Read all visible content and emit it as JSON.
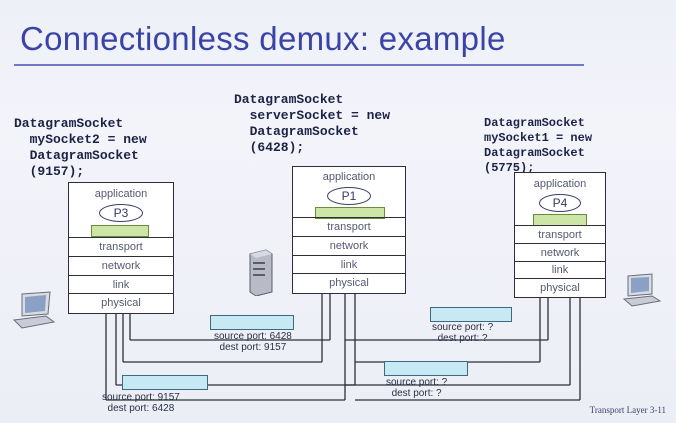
{
  "slide": {
    "title": "Connectionless demux: example",
    "footer": "Transport Layer 3-11"
  },
  "left_host": {
    "code": "DatagramSocket\n  mySocket2 = new\n  DatagramSocket\n  (9157);",
    "app": "application",
    "proc": "P3",
    "layers": [
      "transport",
      "network",
      "link",
      "physical"
    ]
  },
  "server_host": {
    "code": "DatagramSocket\n  serverSocket = new\n  DatagramSocket\n  (6428);",
    "app": "application",
    "proc": "P1",
    "layers": [
      "transport",
      "network",
      "link",
      "physical"
    ]
  },
  "right_host": {
    "code": "DatagramSocket\nmySocket1 = new\nDatagramSocket\n(5775);",
    "app": "application",
    "proc": "P4",
    "layers": [
      "transport",
      "network",
      "link",
      "physical"
    ]
  },
  "segments": {
    "top_left": {
      "line1": "source port: 6428",
      "line2": "dest port: 9157"
    },
    "bottom_left": {
      "line1": "source port: 9157",
      "line2": "dest port: 6428"
    },
    "top_right": {
      "line1": "source port: ?",
      "line2": "dest port: ?"
    },
    "bottom_right": {
      "line1": "source port: ?",
      "line2": "dest port: ?"
    }
  },
  "colors": {
    "title": "#3a44a8",
    "segment": "#c7e9f3",
    "socket": "#cde6a8"
  },
  "icons": [
    "laptop-icon",
    "server-icon"
  ]
}
